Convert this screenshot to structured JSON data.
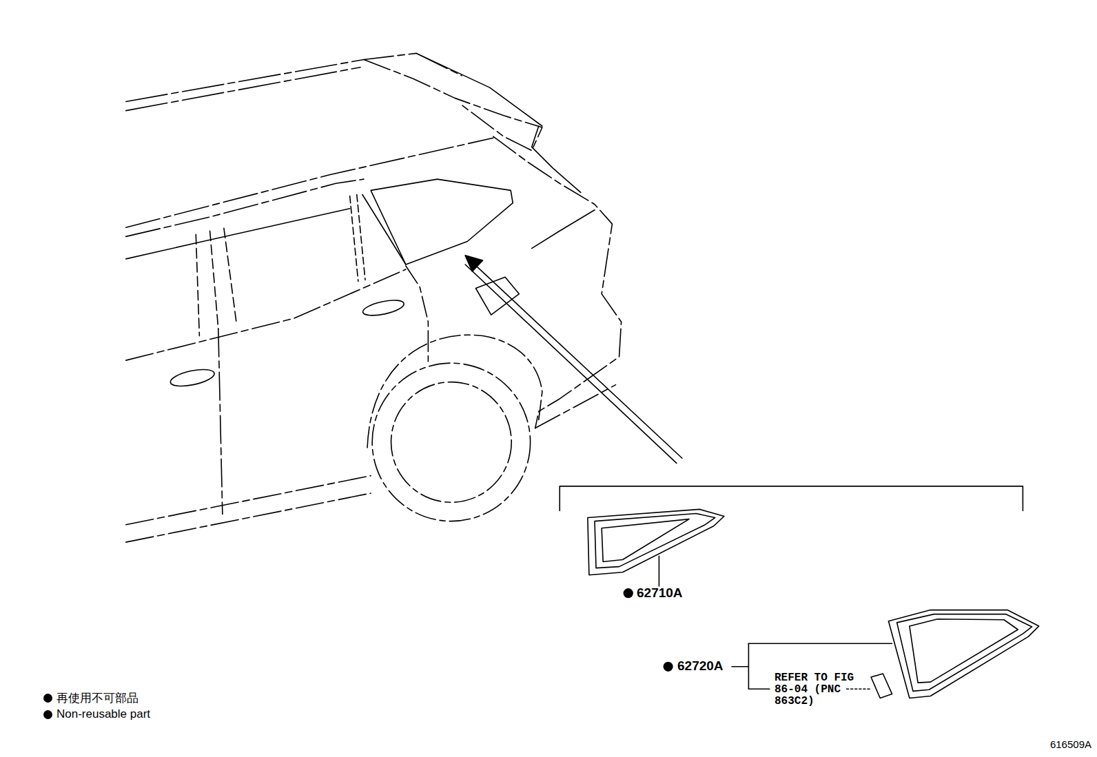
{
  "diagram": {
    "labels": [
      "62710A",
      "62720A",
      "REFER TO FIG 86-04 (PNC 863C2)",
      "616509A"
    ],
    "legend": [
      {
        "text": "再使用不可部品",
        "color": "#000000"
      },
      {
        "text": "Non-reusable part",
        "color": "#000000"
      }
    ]
  }
}
